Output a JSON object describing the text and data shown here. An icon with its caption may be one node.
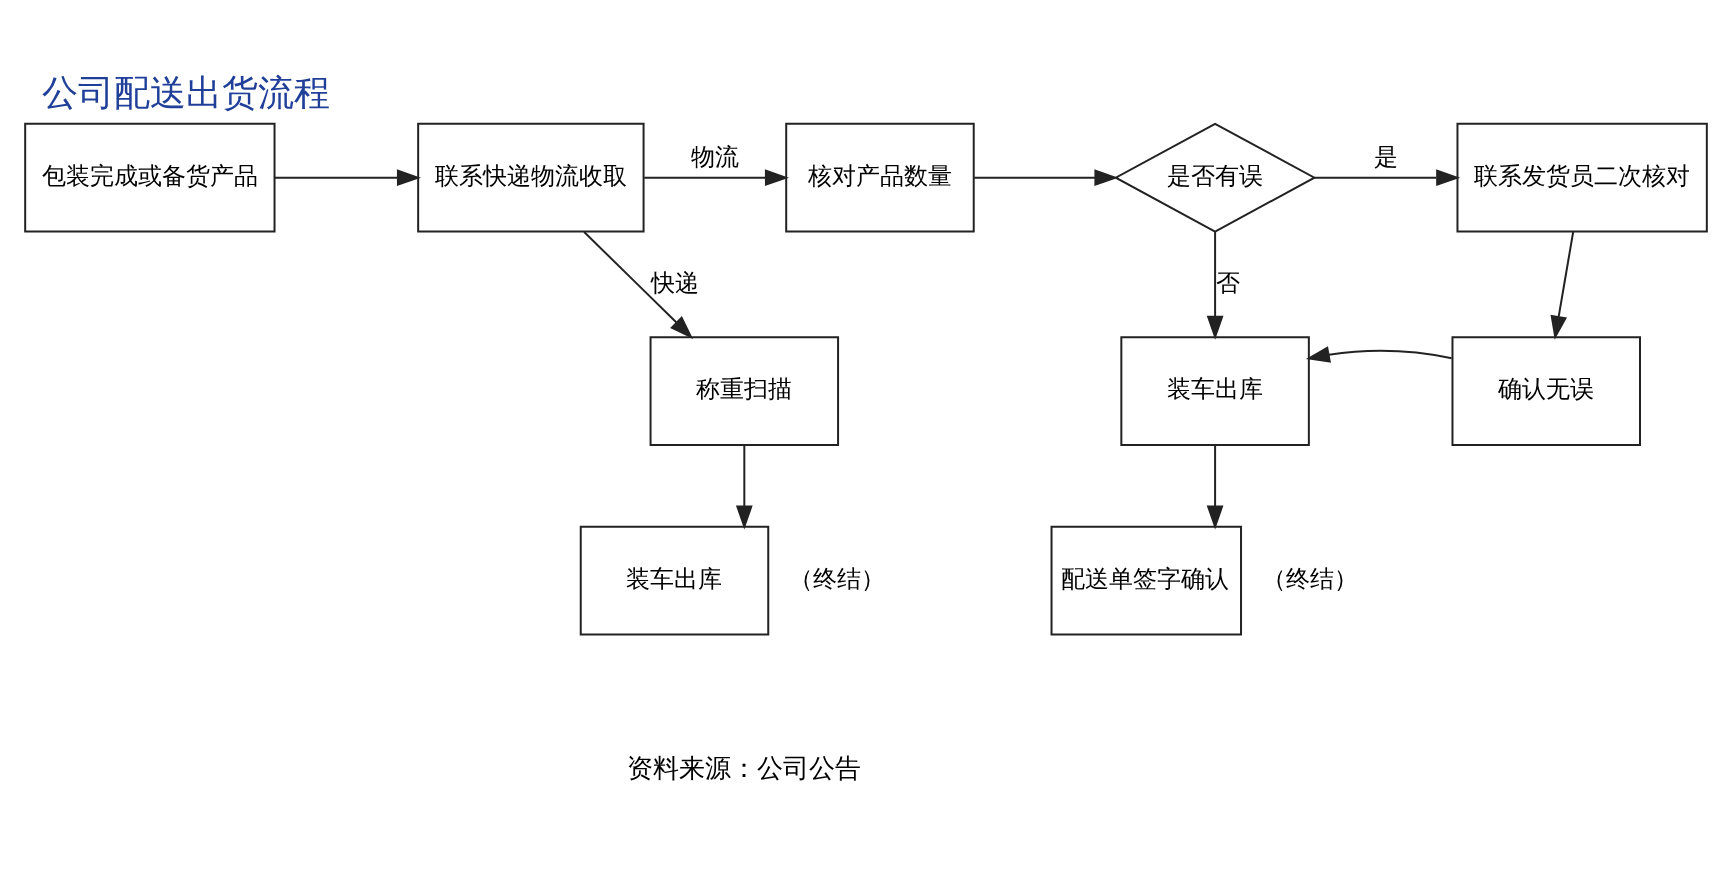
{
  "diagram": {
    "title": "公司配送出货流程",
    "caption": "资料来源：公司公告",
    "nodes": [
      {
        "text": [
          "包装完成或备货产品"
        ]
      },
      {
        "text": [
          "联系快递物流收取"
        ]
      },
      {
        "text": [
          "核对产品数量"
        ]
      },
      {
        "text": [
          "是否有误"
        ]
      },
      {
        "text": [
          "联系发货员二次核对"
        ]
      },
      {
        "text": [
          "称重扫描"
        ]
      },
      {
        "text": [
          "装车出库"
        ],
        "beside": [
          "（终结）"
        ]
      },
      {
        "text": [
          "装车出库"
        ]
      },
      {
        "text": [
          "确认无误"
        ]
      },
      {
        "text": [
          "配送单签字确认"
        ],
        "beside": [
          "（终结）"
        ]
      }
    ],
    "edges": [
      {
        "from": 0,
        "to": 1,
        "arrow": "to"
      },
      {
        "from": 1,
        "to": 2,
        "arrow": "to",
        "label": "物流"
      },
      {
        "from": 2,
        "to": 3,
        "arrow": "to"
      },
      {
        "from": 3,
        "to": 4,
        "arrow": "to",
        "label": "是"
      },
      {
        "from": 1,
        "to": 5,
        "arrow": "to",
        "label": "快递"
      },
      {
        "from": 3,
        "to": 7,
        "arrow": "to",
        "label": "否"
      },
      {
        "from": 4,
        "to": 8,
        "arrow": "to"
      },
      {
        "from": 8,
        "to": 7,
        "arrow": "to"
      },
      {
        "from": 5,
        "to": 6,
        "arrow": "to"
      },
      {
        "from": 7,
        "to": 9,
        "arrow": "to"
      }
    ]
  }
}
